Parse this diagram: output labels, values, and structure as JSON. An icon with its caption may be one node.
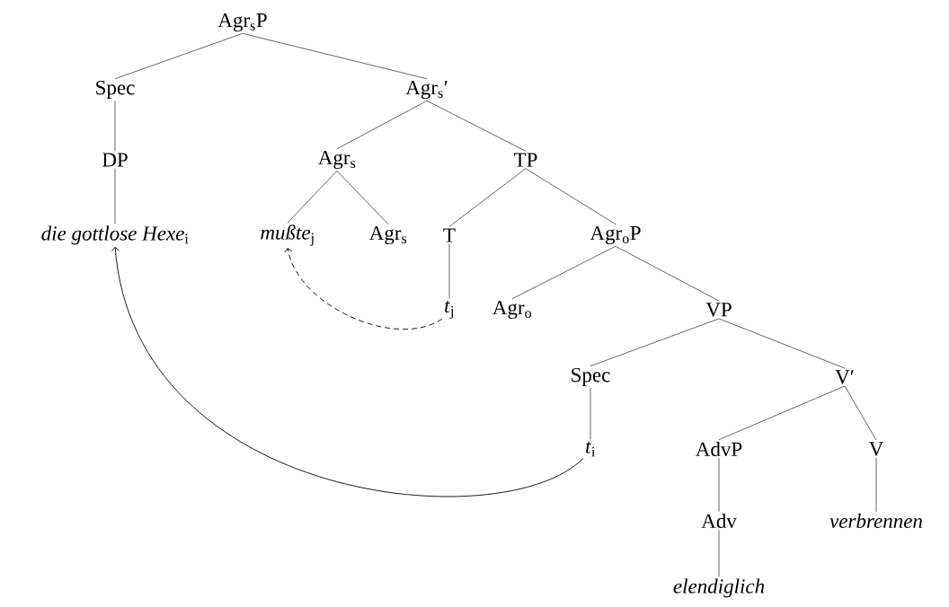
{
  "diagram": {
    "nodes": [
      {
        "text": [
          "Agr$_{s}$P"
        ]
      },
      {
        "text": [
          "Spec"
        ]
      },
      {
        "text": [
          "Agr$_{s}$′"
        ]
      },
      {
        "text": [
          "DP"
        ]
      },
      {
        "text": [
          "Agr$_{s}$"
        ]
      },
      {
        "text": [
          "TP"
        ]
      },
      {
        "text": [
          "*die gottlose Hexe*$_{i}$"
        ]
      },
      {
        "text": [
          "*mußte*$_{j}$"
        ]
      },
      {
        "text": [
          "Agr$_{s}$"
        ]
      },
      {
        "text": [
          "T"
        ]
      },
      {
        "text": [
          "Agr$_{o}$P"
        ]
      },
      {
        "text": [
          "*t*$_{j}$"
        ]
      },
      {
        "text": [
          "Agr$_{o}$"
        ]
      },
      {
        "text": [
          "VP"
        ]
      },
      {
        "text": [
          "Spec"
        ]
      },
      {
        "text": [
          "V′"
        ]
      },
      {
        "text": [
          "*t*$_{i}$"
        ]
      },
      {
        "text": [
          "AdvP"
        ]
      },
      {
        "text": [
          "V"
        ]
      },
      {
        "text": [
          "Adv"
        ]
      },
      {
        "text": [
          "*verbrennen*"
        ]
      },
      {
        "text": [
          "*elendiglich*"
        ]
      }
    ],
    "edges": [
      {
        "from": 0,
        "to": 1,
        "arrow": "none"
      },
      {
        "from": 0,
        "to": 2,
        "arrow": "none"
      },
      {
        "from": 1,
        "to": 3,
        "arrow": "none"
      },
      {
        "from": 2,
        "to": 4,
        "arrow": "none"
      },
      {
        "from": 2,
        "to": 5,
        "arrow": "none"
      },
      {
        "from": 3,
        "to": 6,
        "arrow": "none"
      },
      {
        "from": 4,
        "to": 7,
        "arrow": "none"
      },
      {
        "from": 4,
        "to": 8,
        "arrow": "none"
      },
      {
        "from": 5,
        "to": 9,
        "arrow": "none"
      },
      {
        "from": 5,
        "to": 10,
        "arrow": "none"
      },
      {
        "from": 9,
        "to": 11,
        "arrow": "none"
      },
      {
        "from": 10,
        "to": 12,
        "arrow": "none"
      },
      {
        "from": 10,
        "to": 13,
        "arrow": "none"
      },
      {
        "from": 13,
        "to": 14,
        "arrow": "none"
      },
      {
        "from": 13,
        "to": 15,
        "arrow": "none"
      },
      {
        "from": 14,
        "to": 16,
        "arrow": "none"
      },
      {
        "from": 15,
        "to": 17,
        "arrow": "none"
      },
      {
        "from": 15,
        "to": 18,
        "arrow": "none"
      },
      {
        "from": 17,
        "to": 19,
        "arrow": "none"
      },
      {
        "from": 18,
        "to": 20,
        "arrow": "none"
      },
      {
        "from": 19,
        "to": 21,
        "arrow": "none"
      },
      {
        "from": 16,
        "to": 6,
        "arrow": "to"
      },
      {
        "from": 11,
        "to": 7,
        "arrow": "to",
        "style": "dashed"
      }
    ]
  }
}
